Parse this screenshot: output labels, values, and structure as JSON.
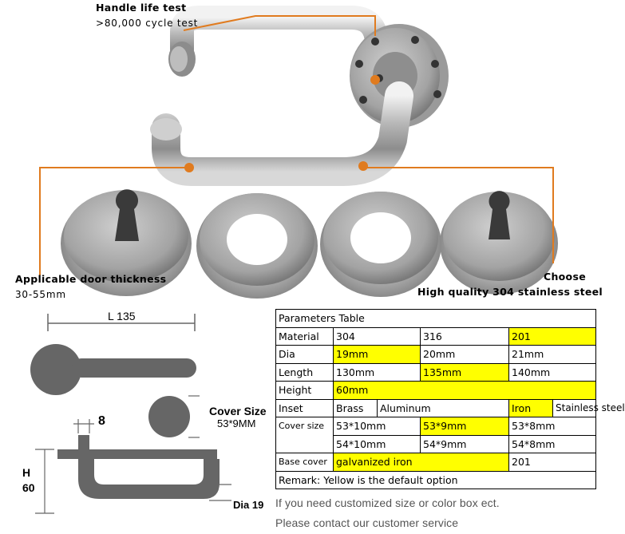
{
  "callouts": {
    "life_test_title": "Handle life test",
    "life_test_value": ">80,000 cycle test",
    "door_thickness_title": "Applicable door thickness",
    "door_thickness_value": "30-55mm",
    "choose_title": "Choose",
    "choose_value": "High quality 304 stainless steel"
  },
  "drawing": {
    "length_label": "L  135",
    "cover_size_title": "Cover Size",
    "cover_size_value": "53*9MM",
    "width_label": "8",
    "height_letter": "H",
    "height_value": "60",
    "dia_label": "Dia 19"
  },
  "table": {
    "title": "Parameters Table",
    "rows": {
      "material": {
        "label": "Material",
        "values": [
          "304",
          "316",
          "201"
        ]
      },
      "dia": {
        "label": "Dia",
        "values": [
          "19mm",
          "20mm",
          "21mm"
        ]
      },
      "length": {
        "label": "Length",
        "values": [
          "130mm",
          "135mm",
          "140mm"
        ]
      },
      "height": {
        "label": "Height",
        "values": [
          "60mm"
        ]
      },
      "inset": {
        "label": "Inset",
        "values": [
          "Brass",
          "Aluminum",
          "Iron",
          "Stainless steel"
        ]
      },
      "cover_size": {
        "label": "Cover size",
        "row1": [
          "53*10mm",
          "53*9mm",
          "53*8mm"
        ],
        "row2": [
          "54*10mm",
          "54*9mm",
          "54*8mm"
        ]
      },
      "base_cover": {
        "label": "Base cover",
        "values": [
          "galvanized iron",
          "201"
        ]
      }
    },
    "remark": "Remark: Yellow is the default option",
    "highlight_color": "#ffff00"
  },
  "notes": {
    "line1": "If you need customized size or color box ect.",
    "line2": "Please contact our customer service"
  },
  "colors": {
    "callout_line": "#e07b1f",
    "drawing_fill": "#666666"
  }
}
